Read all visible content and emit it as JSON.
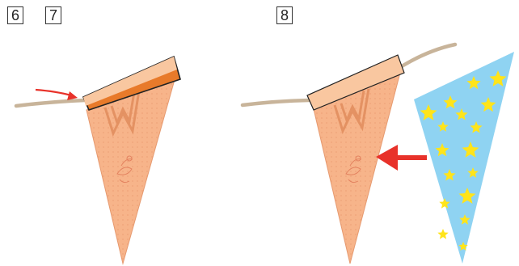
{
  "steps": {
    "step_6": "6",
    "step_7": "7",
    "step_8": "8"
  },
  "colors": {
    "string": "#c8b49a",
    "pennant_fill": "#f7b48a",
    "pennant_edge": "#e69a70",
    "fold_dark": "#e87a2a",
    "fold_light": "#f9c7a0",
    "pattern": "#e08a5a",
    "arrow": "#e8322a",
    "blue_pennant": "#8fd3f2",
    "star": "#ffe41a"
  },
  "icons": {
    "motion_arrow_step7": "curved-arrow-icon",
    "insert_arrow_step8": "left-arrow-icon",
    "star": "star-icon"
  }
}
